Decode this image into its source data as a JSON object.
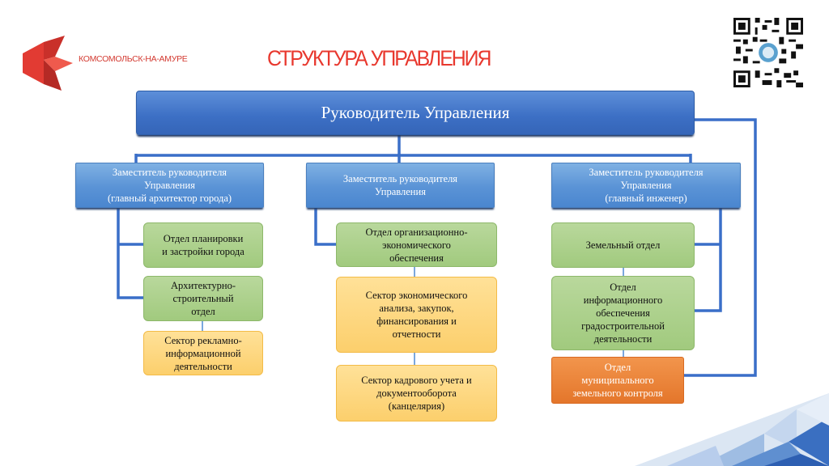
{
  "header": {
    "logo_text": "КОМСОМОЛЬСК-НА-АМУРЕ",
    "title": "СТРУКТУРА УПРАВЛЕНИЯ"
  },
  "colors": {
    "title_red": "#e8382e",
    "connector_blue": "#3a6fc8",
    "head_blue": "#3c6fc4",
    "deputy_blue": "#5a93d6",
    "dept_green": "#a1ca7e",
    "sector_yellow": "#fccf6c",
    "control_orange": "#e4762b"
  },
  "icons": {
    "logo": "komsomolsk-logo-icon",
    "qr": "qr-code-icon"
  },
  "org": {
    "head": "Руководитель Управления",
    "deputies": [
      "Заместитель руководителя\nУправления\n(главный архитектор города)",
      "Заместитель руководителя\nУправления",
      "Заместитель руководителя\nУправления\n(главный инженер)"
    ],
    "left_units": [
      "Отдел планировки\nи застройки города",
      "Архитектурно-\nстроительный\nотдел",
      "Сектор рекламно-\nинформационной\nдеятельности"
    ],
    "middle_units": [
      "Отдел организационно-\nэкономического\nобеспечения",
      "Сектор экономического\nанализа, закупок,\nфинансирования и\nотчетности",
      "Сектор кадрового учета и\nдокументооборота\n(канцелярия)"
    ],
    "right_units": [
      "Земельный отдел",
      "Отдел\nинформационного\nобеспечения\nградостроительной\nдеятельности",
      "Отдел\nмуниципального\nземельного контроля"
    ]
  }
}
